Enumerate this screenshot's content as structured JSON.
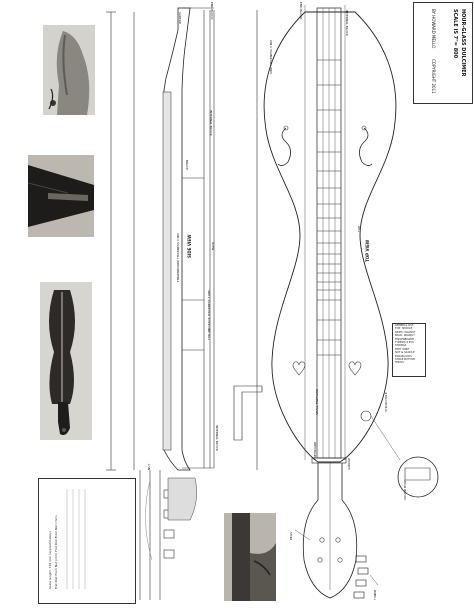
{
  "title_block": {
    "title": "HOUR-GLASS DULCIMER",
    "scale": "SCALE IS 7\"= 800",
    "byline": "BY HOWARD MELLO",
    "copyright": "COPYRIGHT 2011"
  },
  "labels": {
    "top_view": "TOP VIEW",
    "side_view": "SIDE VIEW",
    "end_block": "END BLOCK",
    "end_block_2": "END BLOCK",
    "saddle": "SADDLE",
    "saddle_2": "SADDLE",
    "internal_block": "INTERNAL BLOCK",
    "internal_block_2": "INTERNAL BLOCK",
    "internal_block_3": "INTERNAL BLOCK",
    "fingerboard_thickness": "FINGERBOARD THICKNESS 3 MM",
    "top_back_thickness": "TOP AND BACK THICKNESS 3 MM",
    "side_thickness": "SIDE THICKNESS 3 MM",
    "fretboard": "FRETBOARD",
    "small_fretwire": "SMALL FRETWIRE",
    "brace": "BRACE",
    "back": "BACK",
    "nut": "NUT",
    "top": "TOP",
    "strum": "STRUM HOLE",
    "pegs": "PEGS",
    "tuner": "TUNER",
    "sound_hole": "SOUND HOLE"
  },
  "notes": [
    "GENERAL LIST",
    "TOP: SPRUCE",
    "SIDES: WALNUT",
    "BACK: WALNUT",
    "FINGERBOARD",
    "TUNERS 4 PCS",
    "STRINGS",
    "FRET WIRE",
    "NUT & SADDLE",
    "END BLOCKS",
    "STRAP BUTTON",
    "FINISH"
  ],
  "fret_chart": {
    "title": "Scale length: 724 mm (approximately)",
    "subtitle": "Fret Dist From Nut (mm) Fret Dist From Nut (mm)"
  }
}
